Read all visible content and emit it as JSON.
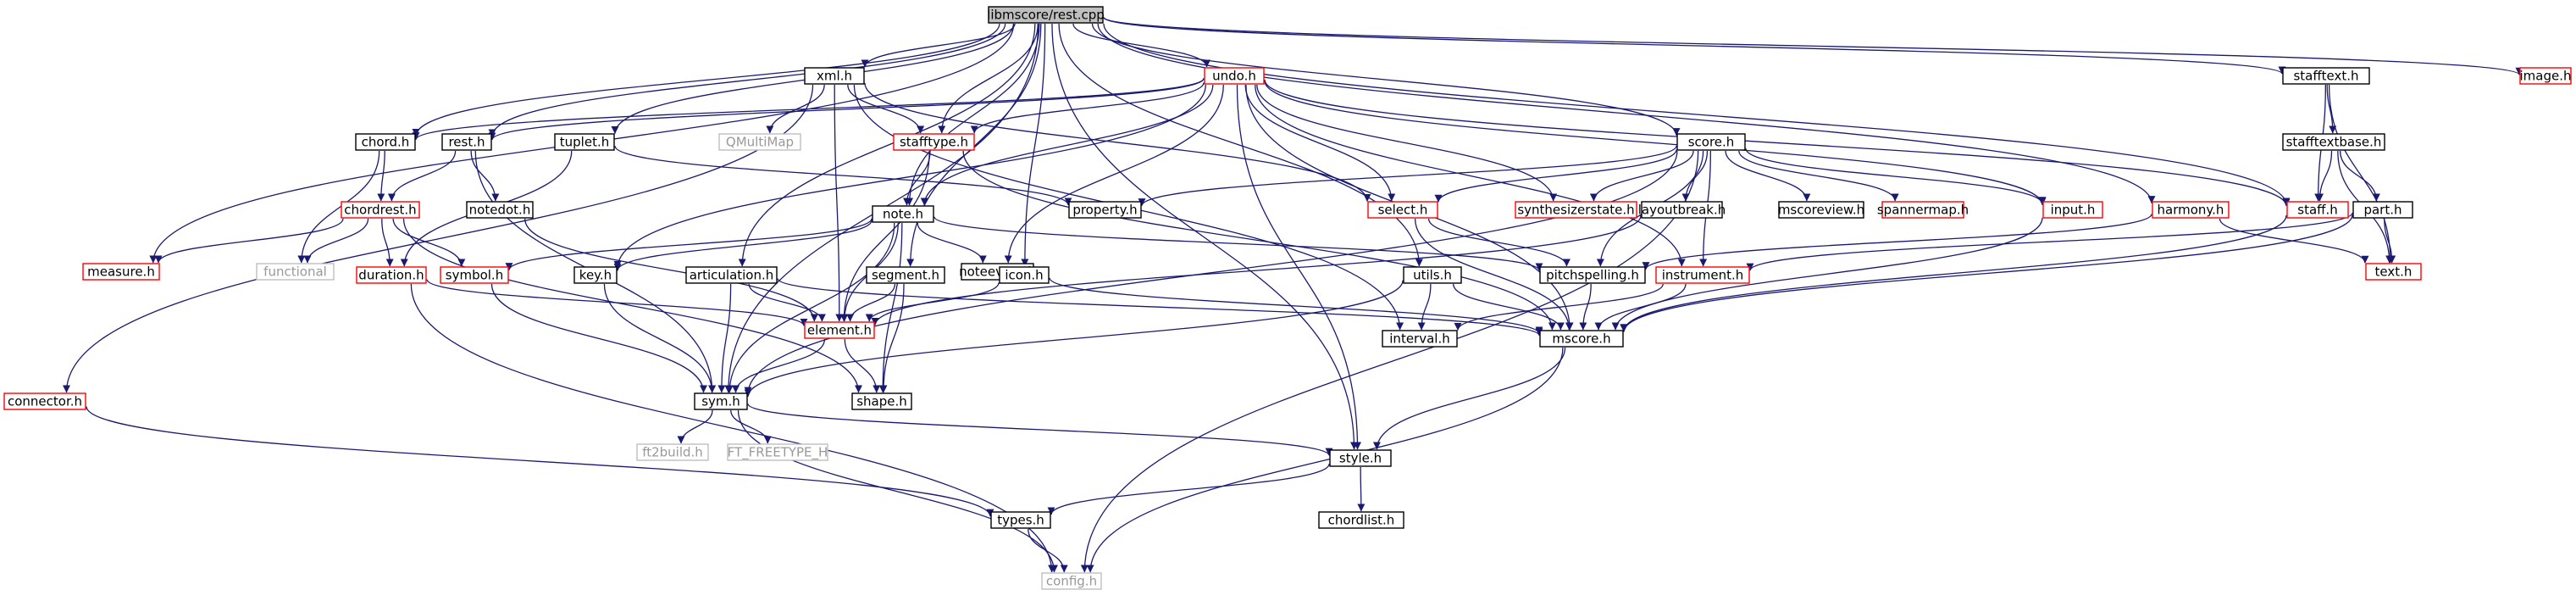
{
  "graph": {
    "root": "libmscore/rest.cpp",
    "colors": {
      "edge": "#191970",
      "root_fill": "#bfbfbf",
      "border_black": "#000000",
      "border_red": "#ff0000",
      "border_gray": "#bfbfbf",
      "text_gray": "#999999"
    },
    "nodes": [
      {
        "id": "rest_cpp",
        "label": "libmscore/rest.cpp",
        "style": "root"
      },
      {
        "id": "xml",
        "label": "xml.h",
        "style": "black"
      },
      {
        "id": "undo",
        "label": "undo.h",
        "style": "red"
      },
      {
        "id": "stafftext",
        "label": "stafftext.h",
        "style": "black"
      },
      {
        "id": "image",
        "label": "image.h",
        "style": "red"
      },
      {
        "id": "chord",
        "label": "chord.h",
        "style": "black"
      },
      {
        "id": "rest",
        "label": "rest.h",
        "style": "black"
      },
      {
        "id": "tuplet",
        "label": "tuplet.h",
        "style": "black"
      },
      {
        "id": "qmultimap",
        "label": "QMultiMap",
        "style": "gray"
      },
      {
        "id": "stafftype",
        "label": "stafftype.h",
        "style": "red"
      },
      {
        "id": "score",
        "label": "score.h",
        "style": "black"
      },
      {
        "id": "stafftextbase",
        "label": "stafftextbase.h",
        "style": "black"
      },
      {
        "id": "chordrest",
        "label": "chordrest.h",
        "style": "red"
      },
      {
        "id": "notedot",
        "label": "notedot.h",
        "style": "black"
      },
      {
        "id": "property",
        "label": "property.h",
        "style": "black"
      },
      {
        "id": "select",
        "label": "select.h",
        "style": "red"
      },
      {
        "id": "synthesizerstate",
        "label": "synthesizerstate.h",
        "style": "red"
      },
      {
        "id": "layoutbreak",
        "label": "layoutbreak.h",
        "style": "black"
      },
      {
        "id": "mscoreview",
        "label": "mscoreview.h",
        "style": "black"
      },
      {
        "id": "spannermap",
        "label": "spannermap.h",
        "style": "red"
      },
      {
        "id": "input",
        "label": "input.h",
        "style": "red"
      },
      {
        "id": "harmony",
        "label": "harmony.h",
        "style": "red"
      },
      {
        "id": "staff",
        "label": "staff.h",
        "style": "red"
      },
      {
        "id": "part",
        "label": "part.h",
        "style": "black"
      },
      {
        "id": "measure",
        "label": "measure.h",
        "style": "red"
      },
      {
        "id": "functional",
        "label": "functional",
        "style": "gray"
      },
      {
        "id": "note",
        "label": "note.h",
        "style": "black"
      },
      {
        "id": "noteevent",
        "label": "noteevent.h",
        "style": "black"
      },
      {
        "id": "text",
        "label": "text.h",
        "style": "red"
      },
      {
        "id": "duration",
        "label": "duration.h",
        "style": "red"
      },
      {
        "id": "symbol",
        "label": "symbol.h",
        "style": "red"
      },
      {
        "id": "key",
        "label": "key.h",
        "style": "black"
      },
      {
        "id": "articulation",
        "label": "articulation.h",
        "style": "black"
      },
      {
        "id": "segment",
        "label": "segment.h",
        "style": "black"
      },
      {
        "id": "icon",
        "label": "icon.h",
        "style": "black"
      },
      {
        "id": "utils",
        "label": "utils.h",
        "style": "black"
      },
      {
        "id": "pitchspelling",
        "label": "pitchspelling.h",
        "style": "black"
      },
      {
        "id": "instrument",
        "label": "instrument.h",
        "style": "red"
      },
      {
        "id": "element",
        "label": "element.h",
        "style": "red"
      },
      {
        "id": "interval",
        "label": "interval.h",
        "style": "black"
      },
      {
        "id": "mscore",
        "label": "mscore.h",
        "style": "black"
      },
      {
        "id": "connector",
        "label": "connector.h",
        "style": "red"
      },
      {
        "id": "sym",
        "label": "sym.h",
        "style": "black"
      },
      {
        "id": "shape",
        "label": "shape.h",
        "style": "black"
      },
      {
        "id": "ft2build",
        "label": "ft2build.h",
        "style": "gray"
      },
      {
        "id": "ft_freetype",
        "label": "FT_FREETYPE_H",
        "style": "gray"
      },
      {
        "id": "style",
        "label": "style.h",
        "style": "black"
      },
      {
        "id": "types",
        "label": "types.h",
        "style": "black"
      },
      {
        "id": "chordlist",
        "label": "chordlist.h",
        "style": "black"
      },
      {
        "id": "config",
        "label": "config.h",
        "style": "gray"
      }
    ],
    "edges": [
      [
        "rest_cpp",
        "xml"
      ],
      [
        "rest_cpp",
        "undo"
      ],
      [
        "rest_cpp",
        "stafftext"
      ],
      [
        "rest_cpp",
        "image"
      ],
      [
        "rest_cpp",
        "chord"
      ],
      [
        "rest_cpp",
        "rest"
      ],
      [
        "rest_cpp",
        "tuplet"
      ],
      [
        "rest_cpp",
        "stafftype"
      ],
      [
        "rest_cpp",
        "score"
      ],
      [
        "rest_cpp",
        "measure"
      ],
      [
        "rest_cpp",
        "note"
      ],
      [
        "rest_cpp",
        "articulation"
      ],
      [
        "rest_cpp",
        "segment"
      ],
      [
        "rest_cpp",
        "icon"
      ],
      [
        "rest_cpp",
        "utils"
      ],
      [
        "rest_cpp",
        "harmony"
      ],
      [
        "rest_cpp",
        "staff"
      ],
      [
        "rest_cpp",
        "sym"
      ],
      [
        "rest_cpp",
        "style"
      ],
      [
        "xml",
        "qmultimap"
      ],
      [
        "xml",
        "stafftype"
      ],
      [
        "xml",
        "connector"
      ],
      [
        "xml",
        "select"
      ],
      [
        "xml",
        "interval"
      ],
      [
        "xml",
        "element"
      ],
      [
        "undo",
        "chord"
      ],
      [
        "undo",
        "rest"
      ],
      [
        "undo",
        "stafftype"
      ],
      [
        "undo",
        "select"
      ],
      [
        "undo",
        "synthesizerstate"
      ],
      [
        "undo",
        "input"
      ],
      [
        "undo",
        "staff"
      ],
      [
        "undo",
        "note"
      ],
      [
        "undo",
        "noteevent"
      ],
      [
        "undo",
        "key"
      ],
      [
        "undo",
        "instrument"
      ],
      [
        "undo",
        "mscore"
      ],
      [
        "undo",
        "style"
      ],
      [
        "stafftext",
        "stafftextbase"
      ],
      [
        "stafftext",
        "staff"
      ],
      [
        "stafftext",
        "text"
      ],
      [
        "stafftextbase",
        "part"
      ],
      [
        "stafftextbase",
        "text"
      ],
      [
        "stafftextbase",
        "staff"
      ],
      [
        "chord",
        "chordrest"
      ],
      [
        "chord",
        "functional"
      ],
      [
        "rest",
        "chordrest"
      ],
      [
        "rest",
        "notedot"
      ],
      [
        "rest",
        "sym"
      ],
      [
        "tuplet",
        "property"
      ],
      [
        "tuplet",
        "duration"
      ],
      [
        "stafftype",
        "note"
      ],
      [
        "stafftype",
        "element"
      ],
      [
        "stafftype",
        "mscore"
      ],
      [
        "score",
        "property"
      ],
      [
        "score",
        "select"
      ],
      [
        "score",
        "synthesizerstate"
      ],
      [
        "score",
        "layoutbreak"
      ],
      [
        "score",
        "mscoreview"
      ],
      [
        "score",
        "spannermap"
      ],
      [
        "score",
        "input"
      ],
      [
        "score",
        "instrument"
      ],
      [
        "score",
        "pitchspelling"
      ],
      [
        "score",
        "sym"
      ],
      [
        "score",
        "config"
      ],
      [
        "chordrest",
        "measure"
      ],
      [
        "chordrest",
        "functional"
      ],
      [
        "chordrest",
        "duration"
      ],
      [
        "chordrest",
        "symbol"
      ],
      [
        "chordrest",
        "shape"
      ],
      [
        "notedot",
        "element"
      ],
      [
        "select",
        "mscore"
      ],
      [
        "select",
        "pitchspelling"
      ],
      [
        "layoutbreak",
        "element"
      ],
      [
        "input",
        "mscore"
      ],
      [
        "harmony",
        "text"
      ],
      [
        "harmony",
        "pitchspelling"
      ],
      [
        "staff",
        "mscore"
      ],
      [
        "part",
        "instrument"
      ],
      [
        "part",
        "text"
      ],
      [
        "part",
        "mscore"
      ],
      [
        "note",
        "noteevent"
      ],
      [
        "note",
        "symbol"
      ],
      [
        "note",
        "key"
      ],
      [
        "note",
        "element"
      ],
      [
        "note",
        "shape"
      ],
      [
        "note",
        "sym"
      ],
      [
        "note",
        "pitchspelling"
      ],
      [
        "duration",
        "element"
      ],
      [
        "duration",
        "config"
      ],
      [
        "symbol",
        "sym"
      ],
      [
        "key",
        "sym"
      ],
      [
        "articulation",
        "element"
      ],
      [
        "articulation",
        "sym"
      ],
      [
        "articulation",
        "mscore"
      ],
      [
        "segment",
        "element"
      ],
      [
        "segment",
        "shape"
      ],
      [
        "icon",
        "element"
      ],
      [
        "icon",
        "mscore"
      ],
      [
        "utils",
        "interval"
      ],
      [
        "utils",
        "mscore"
      ],
      [
        "utils",
        "sym"
      ],
      [
        "pitchspelling",
        "mscore"
      ],
      [
        "instrument",
        "interval"
      ],
      [
        "instrument",
        "mscore"
      ],
      [
        "element",
        "sym"
      ],
      [
        "element",
        "shape"
      ],
      [
        "mscore",
        "style"
      ],
      [
        "mscore",
        "config"
      ],
      [
        "connector",
        "types"
      ],
      [
        "sym",
        "ft2build"
      ],
      [
        "sym",
        "ft_freetype"
      ],
      [
        "sym",
        "style"
      ],
      [
        "sym",
        "config"
      ],
      [
        "style",
        "types"
      ],
      [
        "style",
        "chordlist"
      ],
      [
        "types",
        "config"
      ]
    ]
  }
}
